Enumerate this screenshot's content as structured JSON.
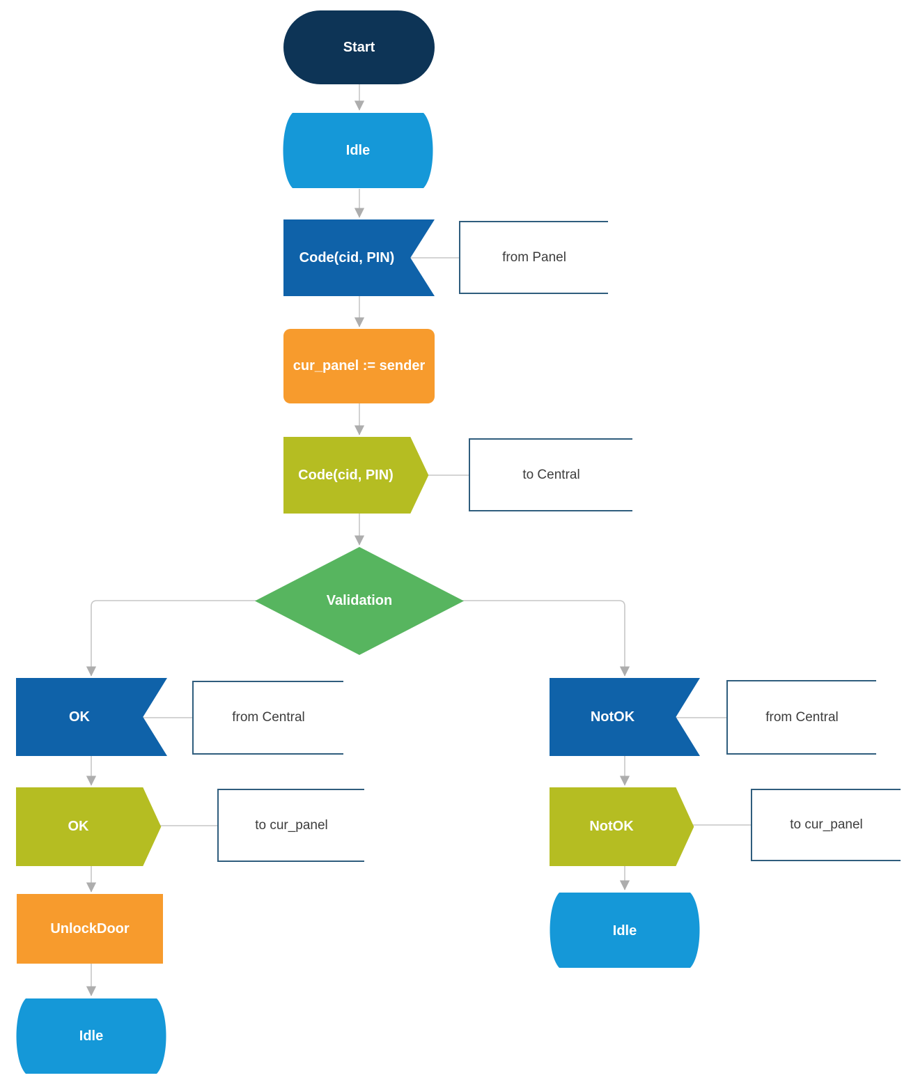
{
  "palette": {
    "navy": "#0d3456",
    "azure": "#1598d8",
    "blue": "#0f62a9",
    "orange": "#f79b2d",
    "olive": "#b5bd22",
    "green": "#57b55f",
    "comment_border": "#2f5d7d",
    "comment_text": "#3d3d3d",
    "label_text": "#ffffff",
    "connector": "#c6c6c6",
    "arrowhead": "#adadad"
  },
  "nodes": {
    "start": {
      "label": "Start",
      "type": "start"
    },
    "idle_top": {
      "label": "Idle",
      "type": "state"
    },
    "input_code": {
      "label": "Code(cid, PIN)",
      "type": "input-signal"
    },
    "task_assign": {
      "label": "cur_panel := sender",
      "type": "task"
    },
    "output_code": {
      "label": "Code(cid, PIN)",
      "type": "output-signal"
    },
    "decision_validation": {
      "label": "Validation",
      "type": "decision"
    },
    "input_ok": {
      "label": "OK",
      "type": "input-signal"
    },
    "output_ok": {
      "label": "OK",
      "type": "output-signal"
    },
    "task_unlock": {
      "label": "UnlockDoor",
      "type": "task"
    },
    "idle_left": {
      "label": "Idle",
      "type": "state"
    },
    "input_notok": {
      "label": "NotOK",
      "type": "input-signal"
    },
    "output_notok": {
      "label": "NotOK",
      "type": "output-signal"
    },
    "idle_right": {
      "label": "Idle",
      "type": "state"
    }
  },
  "comments": {
    "from_panel": {
      "label": "from Panel"
    },
    "to_central": {
      "label": "to Central"
    },
    "from_central_left": {
      "label": "from Central"
    },
    "to_cur_panel_left": {
      "label": "to cur_panel"
    },
    "from_central_right": {
      "label": "from Central"
    },
    "to_cur_panel_right": {
      "label": "to cur_panel"
    }
  }
}
